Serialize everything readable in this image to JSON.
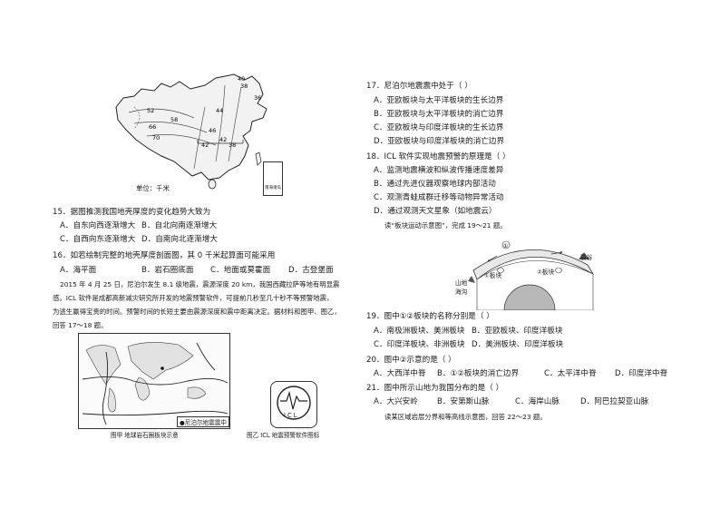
{
  "map_top": {
    "contours": [
      "40",
      "38",
      "36",
      "52",
      "58",
      "66",
      "44",
      "42",
      "42",
      "46",
      "38",
      "70"
    ],
    "unit": "单位：千米",
    "inset": "南海诸岛"
  },
  "left": {
    "q15": {
      "stem": "15．据图推测我国地壳厚度的变化趋势大致为",
      "A": "A．自东向西逐渐增大",
      "B": "B．自北向南逐渐增大",
      "C": "C．自西向东逐渐增大",
      "D": "D．自南向北逐渐增大"
    },
    "q16": {
      "stem": "16．如若绘制完整的地壳厚度剖面图，其 0 千米起算面可能采用",
      "A": "A．海平面",
      "B": "B．岩石圈底面",
      "C": "C．地面或莫霍面",
      "D": "D．古登堡面"
    },
    "passage": [
      "2015 年 4 月 25 日，尼泊尔发生 8.1 级地震，震源深度 20 km，我国西藏拉萨等地有明显震",
      "感。ICL 软件是成都高新减灾研究所开发的地震预警软件，可提前几秒至几十秒不等预警地震，",
      "为逃生赢得宝贵的时间。预警时间的长短主要由震源深度和震中距离决定。据材料和图甲、图乙，",
      "回答 17～18 题。"
    ],
    "fig_a": {
      "caption": "图甲   地球岩石圈板块示意",
      "legend": "尼泊尔地震震中"
    },
    "fig_b": {
      "caption": "图乙  ICL 地震预警软件图标",
      "icon_text": "I C L"
    }
  },
  "right": {
    "q17": {
      "stem": "17．尼泊尔地震震中处于（     ）",
      "A": "A．亚欧板块与太平洋板块的生长边界",
      "B": "B．亚欧板块与太平洋板块的消亡边界",
      "C": "C．亚欧板块与印度洋板块的生长边界",
      "D": "D．亚欧板块与印度洋板块的消亡边界"
    },
    "q18": {
      "stem": "18．ICL 软件实现地震预警的原理是（     ）",
      "A": "A．监测地震横波和纵波传播速度差异",
      "B": "B．通过先进仪器观察地球内部活动",
      "C": "C．观测青蛙成群迁移等动物异常活动",
      "D": "D．通过观测天文星象（如地震云）"
    },
    "intro1": "读“板块运动示意图”，完成 19～21 题。",
    "diagram": {
      "label1": "①",
      "label2": "②",
      "label_plate1": "①板块",
      "label_plate2": "②板块",
      "label_mount": "山地",
      "label_trench": "海沟",
      "label_ridge": "裂谷"
    },
    "q19": {
      "stem": "19．图中①②板块的名称分别是（     ）",
      "A": "A．南极洲板块、美洲板块",
      "B": "B．亚欧板块、印度洋板块",
      "C": "C．印度洋板块、非洲板块",
      "D": "D．美洲板块、印度洋板块"
    },
    "q20": {
      "stem": "20．图中②示意的是（     ）",
      "A": "A．大西洋中脊",
      "B": "B．①②板块的消亡边界",
      "C": "C．太平洋中脊",
      "D": "D．印度洋中脊"
    },
    "q21": {
      "stem": "21．图中所示山地为我国分布的是（     ）",
      "A": "A．大兴安岭",
      "B": "B．安第斯山脉",
      "C": "C．海岸山脉",
      "D": "D．阿巴拉契亚山脉"
    },
    "intro2": "读某区域岩层分界和等高线示意图，回答 22～23 题。"
  }
}
